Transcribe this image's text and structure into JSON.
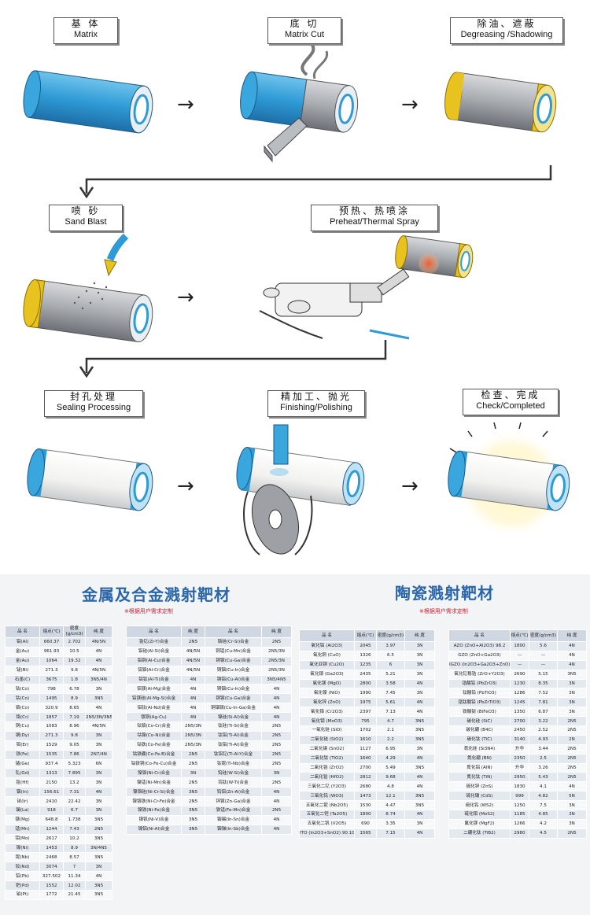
{
  "steps": [
    {
      "cn": "基 体",
      "en": "Matrix"
    },
    {
      "cn": "底 切",
      "en": "Matrix Cut"
    },
    {
      "cn": "除油、遮蔽",
      "en": "Degreasing /Shadowing"
    },
    {
      "cn": "喷 砂",
      "en": "Sand Blast"
    },
    {
      "cn": "预热、热喷涂",
      "en": "Preheat/Thermal Spray"
    },
    {
      "cn": "封孔处理",
      "en": "Sealing Processing"
    },
    {
      "cn": "精加工、抛光",
      "en": "Finishing/Polishing"
    },
    {
      "cn": "检查、完成",
      "en": "Check/Completed"
    }
  ],
  "arrow_glyph": "→",
  "colors": {
    "coating": "#2f9bd6",
    "metal": "#a7abb0",
    "band": "#e8c21e",
    "sealed": "#f4f4f2",
    "title": "#2a66a8"
  },
  "metal_section": {
    "title": "金属及合金溅射靶材",
    "note": "※根据用户需求定制",
    "table1": {
      "headers": [
        "品 名",
        "熔点(℃)",
        "密度(g/cm3)",
        "纯 度"
      ],
      "rows": [
        [
          "铝(Al)",
          "660.37",
          "2.702",
          "4N/5N"
        ],
        [
          "金(Au)",
          "961.93",
          "10.5",
          "4N"
        ],
        [
          "金(Au)",
          "1064",
          "19.32",
          "4N"
        ],
        [
          "铋(Bi)",
          "271.3",
          "9.8",
          "4N/5N"
        ],
        [
          "石墨(C)",
          "3675",
          "1.8",
          "3N5/4N"
        ],
        [
          "钴(Co)",
          "798",
          "6.78",
          "3N"
        ],
        [
          "钴(Co)",
          "1495",
          "8.9",
          "3N5"
        ],
        [
          "铬(Co)",
          "320.9",
          "8.65",
          "4N"
        ],
        [
          "铬(Cr)",
          "1857",
          "7.19",
          "2N5/3N/3N5"
        ],
        [
          "铜(Cu)",
          "1083",
          "8.96",
          "4N/5N"
        ],
        [
          "镝(Dy)",
          "271.3",
          "9.8",
          "3N"
        ],
        [
          "铒(Er)",
          "1529",
          "9.05",
          "3N"
        ],
        [
          "铁(Fe)",
          "1535",
          "7.86",
          "2N7/4N"
        ],
        [
          "锗(Ge)",
          "937.4",
          "5.323",
          "6N"
        ],
        [
          "钆(Gd)",
          "1313",
          "7.895",
          "3N"
        ],
        [
          "铪(Hf)",
          "2150",
          "13.2",
          "3N"
        ],
        [
          "铟(In)",
          "156.61",
          "7.31",
          "4N"
        ],
        [
          "铱(Ir)",
          "2410",
          "22.42",
          "3N"
        ],
        [
          "镧(La)",
          "918",
          "6.7",
          "3N"
        ],
        [
          "镁(Mg)",
          "648.8",
          "1.738",
          "3N5"
        ],
        [
          "锰(Mn)",
          "1244",
          "7.43",
          "2N5"
        ],
        [
          "钼(Mo)",
          "2617",
          "10.2",
          "3N5"
        ],
        [
          "镍(Ni)",
          "1453",
          "8.9",
          "3N/4N5"
        ],
        [
          "铌(Nb)",
          "2468",
          "8.57",
          "3N5"
        ],
        [
          "钕(Nd)",
          "3074",
          "7",
          "3N"
        ],
        [
          "铅(Pb)",
          "327.502",
          "11.34",
          "4N"
        ],
        [
          "钯(Pd)",
          "1552",
          "12.02",
          "3N5"
        ],
        [
          "铂(Pt)",
          "1772",
          "21.45",
          "3N5"
        ]
      ]
    },
    "table2": {
      "headers": [
        "品 名",
        "纯 度",
        "品 名",
        "纯 度"
      ],
      "rows": [
        [
          "锆钇(Zr-Y)合金",
          "2N5",
          "铬硅(Cr-Si)合金",
          "2N5"
        ],
        [
          "铝硅(Al-Si)合金",
          "4N/5N",
          "铜锰(Cu-Mn)合金",
          "2N5/3N"
        ],
        [
          "铝铜(Al-Cu)合金",
          "4N/5N",
          "铜镓(Cu-Ga)合金",
          "2N5/3N"
        ],
        [
          "铝铬(Al-Cr)合金",
          "4N/5N",
          "铜铟(Cu-In)合金",
          "2N5/3N"
        ],
        [
          "铝钛(Al-Ti)合金",
          "4N",
          "铜铝(Cu-Al)合金",
          "3N5/4N5"
        ],
        [
          "铝镁(Al-Mg)合金",
          "4N",
          "铜铟(Cu-In)合金",
          "4N"
        ],
        [
          "铝镁硅(Al-Mg-Si)合金",
          "4N",
          "铜镓(Cu-Ga)合金",
          "4N"
        ],
        [
          "铝钕(Al-Nd)合金",
          "4N",
          "铜铟镓(Cu-In-Ga)合金",
          "4N"
        ],
        [
          "银铜(Ag-Cu)",
          "4N",
          "镍硅(Si-Al)合金",
          "4N"
        ],
        [
          "钴铬(Co-Cr)合金",
          "2N5/3N",
          "钛硅(Ti-Si)合金",
          "2N5"
        ],
        [
          "钴镍(Co-Ni)合金",
          "2N5/3N",
          "钛铝(Ti-Al)合金",
          "2N5"
        ],
        [
          "钴铁(Co-Fe)合金",
          "2N5/3N",
          "钛铝(Ti-Al)合金",
          "2N5"
        ],
        [
          "钴铁硼(Co-Fe-B)合金",
          "2N5",
          "钛铝钇(Ti-Al-Y)合金",
          "2N5"
        ],
        [
          "钴铁铜(Co-Fe-Cu)合金",
          "2N5",
          "钛铌(Ti-Nb)合金",
          "2N5"
        ],
        [
          "镍铬(Ni-Cr)合金",
          "3N",
          "钨硅(W-Si)合金",
          "3N"
        ],
        [
          "镍锰(Ni-Mn)合金",
          "2N5",
          "钨钛(W-Ti)合金",
          "2N5"
        ],
        [
          "镍铬硅(Ni-Cr-Si)合金",
          "3N5",
          "钨铝(Zn-Al)合金",
          "4N"
        ],
        [
          "镍铬铁(Ni-Cr-Fe)合金",
          "2N5",
          "锌镓(Zn-Ga)合金",
          "4N"
        ],
        [
          "镍铁(Ni-Fe)合金",
          "3N5",
          "铁锰(Fe-Mn)合金",
          "2N5"
        ],
        [
          "镍钒(Ni-V)合金",
          "3N5",
          "铟锡(In-Sn)合金",
          "4N"
        ],
        [
          "镍铝(Ni-Al)合金",
          "3N5",
          "铟锑(In-Sb)合金",
          "4N"
        ]
      ]
    }
  },
  "ceramic_section": {
    "title": "陶瓷溅射靶材",
    "note": "※根据用户需求定制",
    "table1": {
      "headers": [
        "品 名",
        "熔点(℃)",
        "密度(g/cm3)",
        "纯 度"
      ],
      "rows": [
        [
          "氧化铝 (Al2O3)",
          "2045",
          "3.97",
          "3N"
        ],
        [
          "氧化铜 (CuO)",
          "1326",
          "6.5",
          "3N"
        ],
        [
          "氧化亚铜 (Cu2O)",
          "1235",
          "6",
          "3N"
        ],
        [
          "氧化镓 (Ga2O3)",
          "2435",
          "5.21",
          "3N"
        ],
        [
          "氧化镁 (MgO)",
          "2800",
          "3.58",
          "4N"
        ],
        [
          "氧化镍 (NiO)",
          "1990",
          "7.45",
          "3N"
        ],
        [
          "氧化锌 (ZnO)",
          "1975",
          "5.61",
          "4N"
        ],
        [
          "氧化铬 (Cr2O3)",
          "2397",
          "7.13",
          "4N"
        ],
        [
          "氧化钼 (MoO3)",
          "795",
          "4.7",
          "3N5"
        ],
        [
          "一氧化硅 (SiO)",
          "1702",
          "2.1",
          "3N5"
        ],
        [
          "二氧化硅 (SiO2)",
          "1610",
          "2.2",
          "3N5"
        ],
        [
          "二氧化锡 (SnO2)",
          "1127",
          "6.95",
          "3N"
        ],
        [
          "二氧化钛 (TiO2)",
          "1640",
          "4.29",
          "4N"
        ],
        [
          "二氧化锆 (ZrO2)",
          "2700",
          "5.49",
          "3N5"
        ],
        [
          "二氧化铪 (HfO2)",
          "2812",
          "9.68",
          "4N"
        ],
        [
          "三氧化二钇 (Y2O3)",
          "2680",
          "4.8",
          "4N"
        ],
        [
          "三氧化钨 (WO3)",
          "1473",
          "12.1",
          "3N5"
        ],
        [
          "五氧化二铌 (Nb2O5)",
          "1530",
          "4.47",
          "3N5"
        ],
        [
          "五氧化二钽 (Ta2O5)",
          "1800",
          "8.74",
          "4N"
        ],
        [
          "五氧化二钒 (V2O5)",
          "690",
          "3.35",
          "3N"
        ],
        [
          "ITO (In2O3+SnO2) 90.10",
          "1565",
          "7.15",
          "4N"
        ]
      ]
    },
    "table2": {
      "headers": [
        "品 名",
        "熔点(℃)",
        "密度(g/cm3)",
        "纯 度"
      ],
      "rows": [
        [
          "AZO (ZnO+Al2O3) 98.2",
          "1800",
          "5.6",
          "4N"
        ],
        [
          "GZO (ZnO+Ga2O3)",
          "—",
          "—",
          "4N"
        ],
        [
          "IGZO (In2O3+Ga2O3+ZnO)",
          "—",
          "—",
          "4N"
        ],
        [
          "氧化钇稳锆 (ZrO+Y2O3)",
          "2690",
          "5.15",
          "3N5"
        ],
        [
          "锆酸铅 (PbZrO3)",
          "1230",
          "8.35",
          "3N"
        ],
        [
          "钛酸铅 (PbTiO3)",
          "1286",
          "7.52",
          "3N"
        ],
        [
          "锆钛酸铅 (PbZrTiO3)",
          "1245",
          "7.81",
          "3N"
        ],
        [
          "铁酸铋 (BiFeO3)",
          "1350",
          "6.87",
          "3N"
        ],
        [
          "碳化硅 (SiC)",
          "2700",
          "3.22",
          "2N5"
        ],
        [
          "碳化硼 (B4C)",
          "2450",
          "2.52",
          "2N5"
        ],
        [
          "碳化钛 (TiC)",
          "3140",
          "4.93",
          "2N"
        ],
        [
          "氮化硅 (Si3N4)",
          "升华",
          "3.44",
          "2N5"
        ],
        [
          "氮化硼 (BN)",
          "2350",
          "2.5",
          "2N5"
        ],
        [
          "氮化铝 (AlN)",
          "升华",
          "3.26",
          "2N5"
        ],
        [
          "氮化钛 (TiN)",
          "2950",
          "5.43",
          "2N5"
        ],
        [
          "硫化锌 (ZnS)",
          "1830",
          "4.1",
          "4N"
        ],
        [
          "硫化镉 (CdS)",
          "999",
          "4.82",
          "5N"
        ],
        [
          "硫化钨 (WS2)",
          "1250",
          "7.5",
          "3N"
        ],
        [
          "硫化钼 (MoS2)",
          "1185",
          "4.85",
          "3N"
        ],
        [
          "氟化镁 (MgF2)",
          "1266",
          "4.2",
          "3N"
        ],
        [
          "二硼化钛 (TiB2)",
          "2980",
          "4.5",
          "2N5"
        ]
      ]
    }
  }
}
